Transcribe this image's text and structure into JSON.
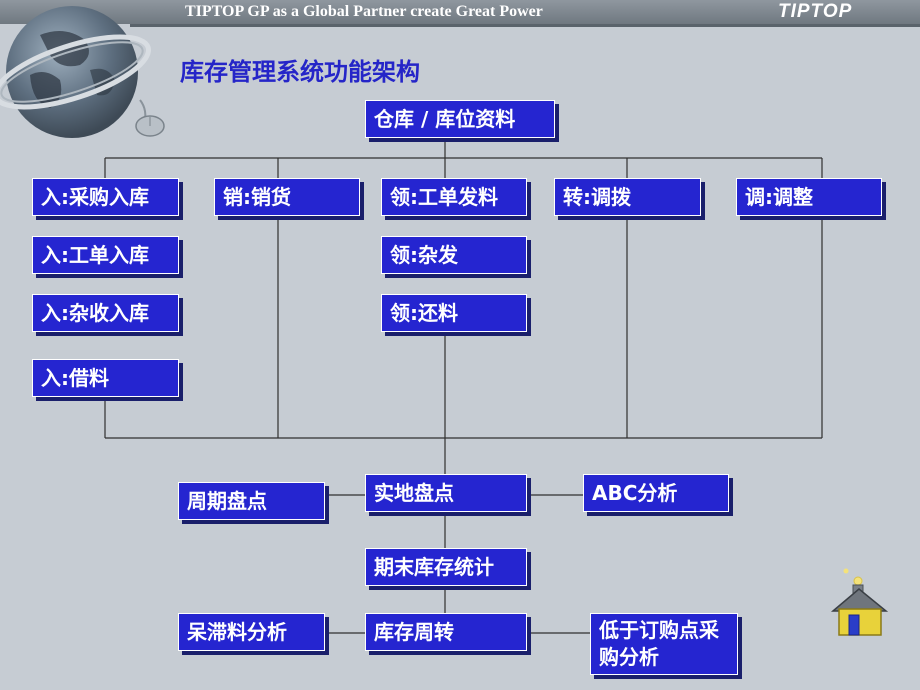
{
  "header": {
    "tagline": "TIPTOP GP as a Global Partner create Great Power",
    "brand": "TIPTOP"
  },
  "title": "库存管理系统功能架构",
  "diagram": {
    "root": "仓库 / 库位资料",
    "col_in": [
      "入:采购入库",
      "入:工单入库",
      "入:杂收入库",
      "入:借料"
    ],
    "col_sale": [
      "销:销货"
    ],
    "col_issue": [
      "领:工单发料",
      "领:杂发",
      "领:还料"
    ],
    "col_transfer": [
      "转:调拨"
    ],
    "col_adjust": [
      "调:调整"
    ],
    "physical_count": "实地盘点",
    "cycle_count": "周期盘点",
    "abc_analysis": "ABC分析",
    "period_stats": "期末库存统计",
    "inventory_turnover": "库存周转",
    "slow_moving_analysis": "呆滞料分析",
    "reorder_analysis": "低于订购点采购分析"
  },
  "colors": {
    "box_fill": "#2525d0",
    "title": "#2525c8",
    "background": "#c6ccd3",
    "line": "#303030"
  }
}
